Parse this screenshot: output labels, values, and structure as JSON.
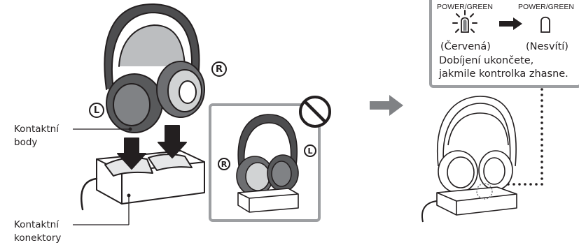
{
  "labels": {
    "contact_points": [
      "Kontaktní",
      "body"
    ],
    "contact_connectors": [
      "Kontaktní",
      "konektory"
    ]
  },
  "markers": {
    "left": "L",
    "right": "R"
  },
  "indicator": {
    "state_1_label": "POWER/GREEN",
    "state_1_color": "(Červená)",
    "state_2_label": "POWER/GREEN",
    "state_2_color": "(Nesvítí)",
    "note_line_1": "Dobíjení ukončete,",
    "note_line_2": "jakmile kontrolka zhasne."
  },
  "colors": {
    "ink": "#231f20",
    "panel_border": "#9d9fa2",
    "arrow": "#808285"
  },
  "icons": [
    "prohibited-icon",
    "arrow-right-icon",
    "led-blinking-icon",
    "led-off-icon"
  ]
}
